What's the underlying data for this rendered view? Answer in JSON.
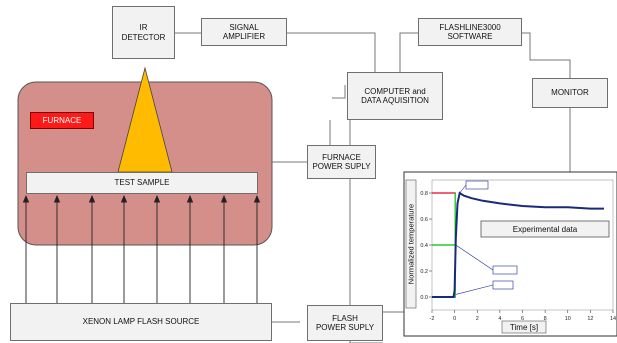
{
  "boxes": {
    "ir_detector": "IR\nDETECTOR",
    "signal_amplifier": "SIGNAL\nAMPLIFIER",
    "flashline_software": "FLASHLINE3000\nSOFTWARE",
    "computer": "COMPUTER and\nDATA AQUISITION",
    "monitor": "MONITOR",
    "furnace_label": "FURNACE",
    "test_sample": "TEST SAMPLE",
    "furnace_power": "FURNACE\nPOWER SUPLY",
    "xenon_lamp": "XENON LAMP FLASH SOURCE",
    "flash_power": "FLASH\nPOWER SUPLY"
  },
  "colors": {
    "furnace_body": "#d58f8a",
    "cone": "#ffbb00",
    "furnace_label": "#ff1a1a",
    "curve": "#1a2a7a"
  },
  "chart_data": {
    "type": "line",
    "xlabel": "Time [s]",
    "ylabel": "Normalized temperature",
    "xlim": [
      -2,
      14
    ],
    "ylim": [
      -0.1,
      0.9
    ],
    "x_ticks": [
      "-2",
      "0",
      "2",
      "4",
      "6",
      "8",
      "10",
      "12",
      "14"
    ],
    "y_ticks": [
      "0.8",
      "0.6",
      "0.4",
      "0.2",
      "0.0"
    ],
    "annotations": [
      "Experimental data"
    ],
    "series": [
      {
        "values": [
          [
            -2,
            0.0
          ],
          [
            -0.1,
            0.0
          ],
          [
            0.0,
            0.05
          ],
          [
            0.1,
            0.45
          ],
          [
            0.25,
            0.72
          ],
          [
            0.45,
            0.8
          ],
          [
            0.8,
            0.78
          ],
          [
            1.5,
            0.76
          ],
          [
            2.5,
            0.74
          ],
          [
            4,
            0.72
          ],
          [
            6,
            0.7
          ],
          [
            8,
            0.69
          ],
          [
            10,
            0.69
          ],
          [
            12,
            0.68
          ],
          [
            13.2,
            0.68
          ]
        ]
      }
    ],
    "markers": [
      {
        "y": 0.8,
        "color": "#e8002a"
      },
      {
        "y": 0.4,
        "color": "#00c000"
      },
      {
        "y": 0.0,
        "color": "#1a2aa0"
      }
    ]
  }
}
